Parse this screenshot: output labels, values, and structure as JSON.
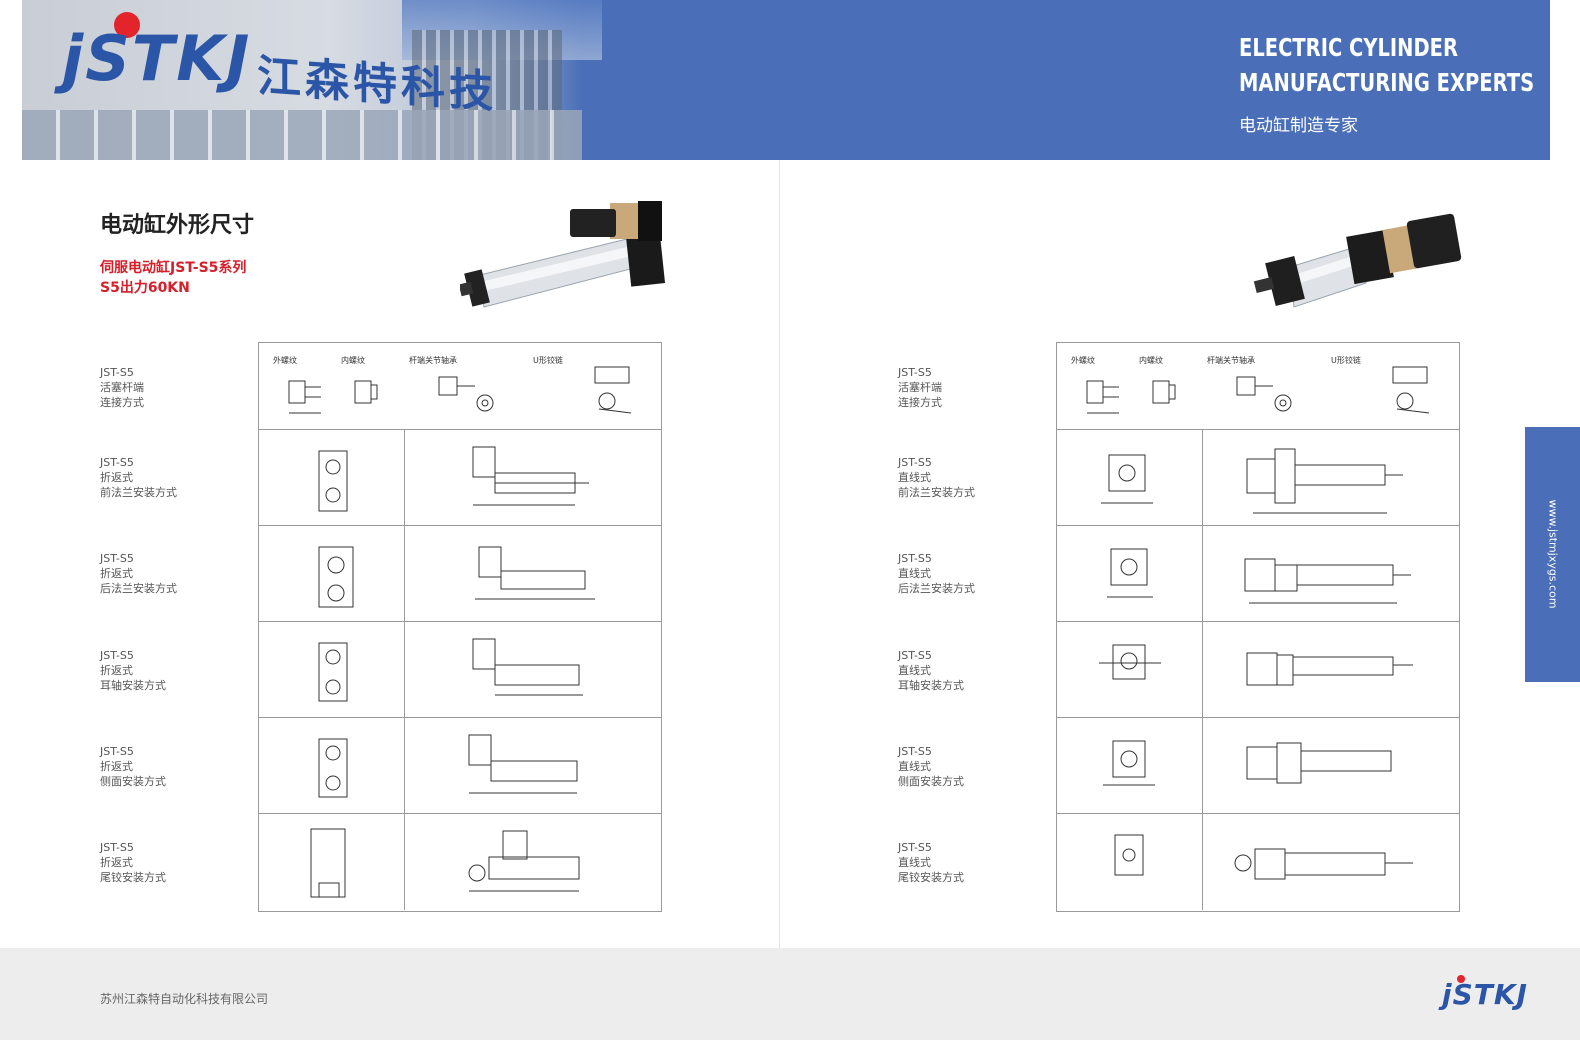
{
  "brand": {
    "logo_text": "jSTKJ",
    "sign_text": "江森特科技",
    "footer_logo": "jSTKJ"
  },
  "banner": {
    "title_line1": "ELECTRIC CYLINDER",
    "title_line2": "MANUFACTURING EXPERTS",
    "subtitle": "电动缸制造专家"
  },
  "left": {
    "section_title": "电动缸外形尺寸",
    "series": "伺服电动缸JST-S5系列",
    "force": "S5出力60KN",
    "rod_types": [
      "外螺纹",
      "内螺纹",
      "杆端关节轴承",
      "U形铰链"
    ],
    "rows": [
      {
        "model": "JST-S5",
        "type": "活塞杆端",
        "mount": "连接方式"
      },
      {
        "model": "JST-S5",
        "type": "折返式",
        "mount": "前法兰安装方式"
      },
      {
        "model": "JST-S5",
        "type": "折返式",
        "mount": "后法兰安装方式"
      },
      {
        "model": "JST-S5",
        "type": "折返式",
        "mount": "耳轴安装方式"
      },
      {
        "model": "JST-S5",
        "type": "折返式",
        "mount": "侧面安装方式"
      },
      {
        "model": "JST-S5",
        "type": "折返式",
        "mount": "尾铰安装方式"
      }
    ]
  },
  "right": {
    "rod_types": [
      "外螺纹",
      "内螺纹",
      "杆端关节轴承",
      "U形铰链"
    ],
    "rows": [
      {
        "model": "JST-S5",
        "type": "活塞杆端",
        "mount": "连接方式"
      },
      {
        "model": "JST-S5",
        "type": "直线式",
        "mount": "前法兰安装方式"
      },
      {
        "model": "JST-S5",
        "type": "直线式",
        "mount": "后法兰安装方式"
      },
      {
        "model": "JST-S5",
        "type": "直线式",
        "mount": "耳轴安装方式"
      },
      {
        "model": "JST-S5",
        "type": "直线式",
        "mount": "侧面安装方式"
      },
      {
        "model": "JST-S5",
        "type": "直线式",
        "mount": "尾铰安装方式"
      }
    ]
  },
  "side_tab": {
    "url": "www.jstmjxygs.com"
  },
  "footer": {
    "company": "苏州江森特自动化科技有限公司"
  },
  "colors": {
    "brand_blue": "#4a6fb8",
    "accent_red": "#d4202a",
    "footer_gray": "#ededee"
  }
}
